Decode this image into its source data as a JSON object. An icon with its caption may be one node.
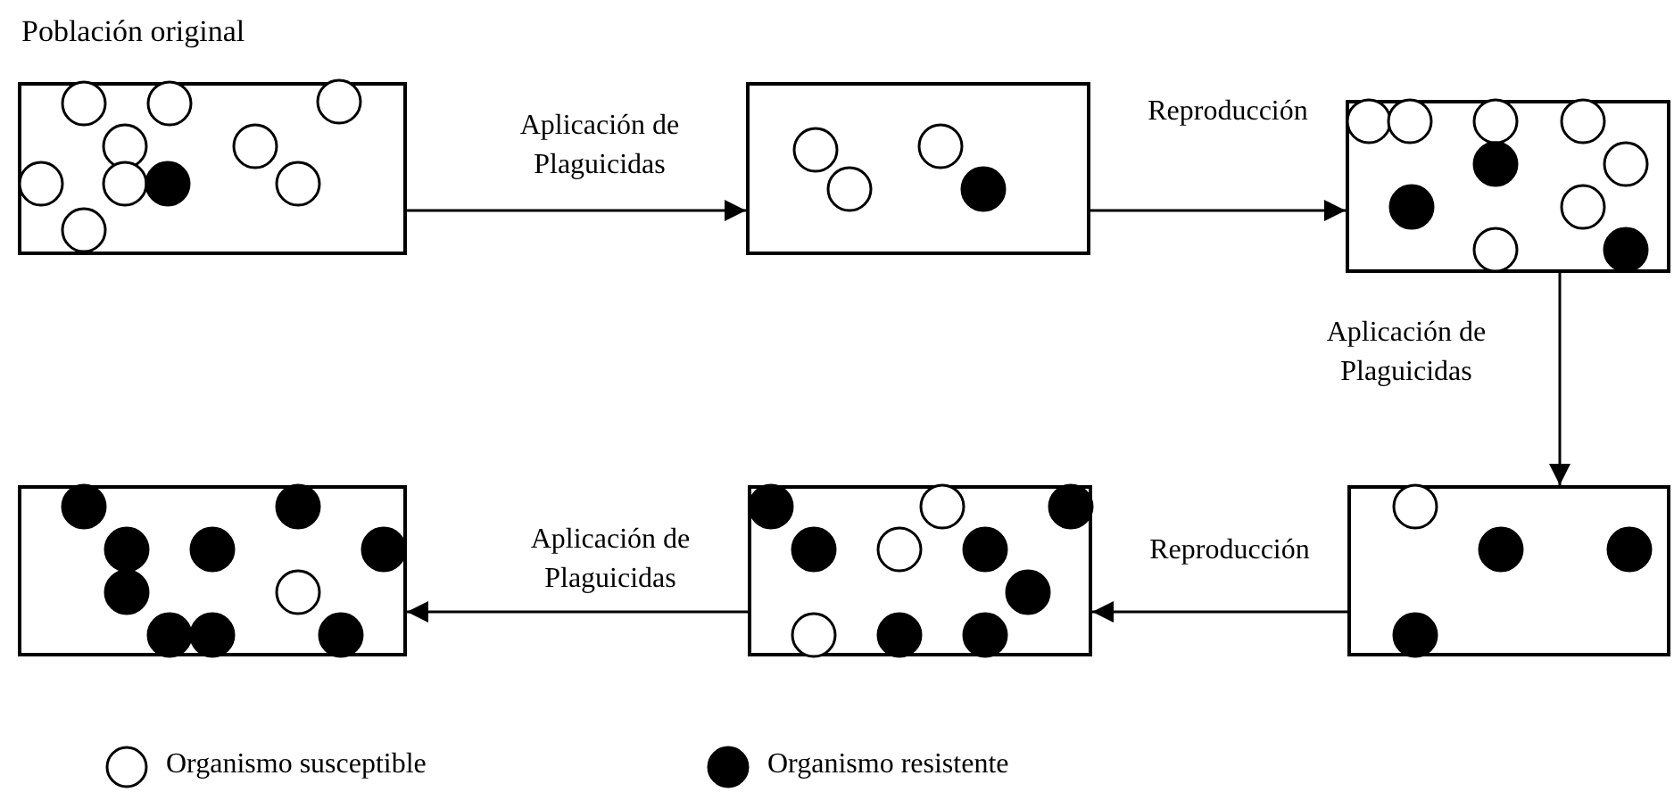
{
  "diagram": {
    "nodes": [
      {
        "text": [
          "Población original"
        ]
      },
      {
        "text": [],
        "shape": "box"
      },
      {
        "text": [],
        "shape": "box"
      },
      {
        "text": [],
        "shape": "box"
      },
      {
        "text": [],
        "shape": "box"
      },
      {
        "text": [],
        "shape": "box"
      }
    ],
    "edges": [
      {
        "from": 0,
        "to": 1,
        "arrow": "to",
        "label": "Aplicación de Plaguicidas"
      },
      {
        "from": 1,
        "to": 2,
        "arrow": "to",
        "label": "Reproducción"
      },
      {
        "from": 2,
        "to": 3,
        "arrow": "to",
        "label": "Aplicación de Plaguicidas"
      },
      {
        "from": 3,
        "to": 4,
        "arrow": "to",
        "label": "Reproducción"
      },
      {
        "from": 4,
        "to": 5,
        "arrow": "to",
        "label": "Aplicación de Plaguicidas"
      }
    ],
    "legend": [
      {
        "text": "Organismo susceptible"
      },
      {
        "text": "Organismo resistente"
      }
    ]
  }
}
